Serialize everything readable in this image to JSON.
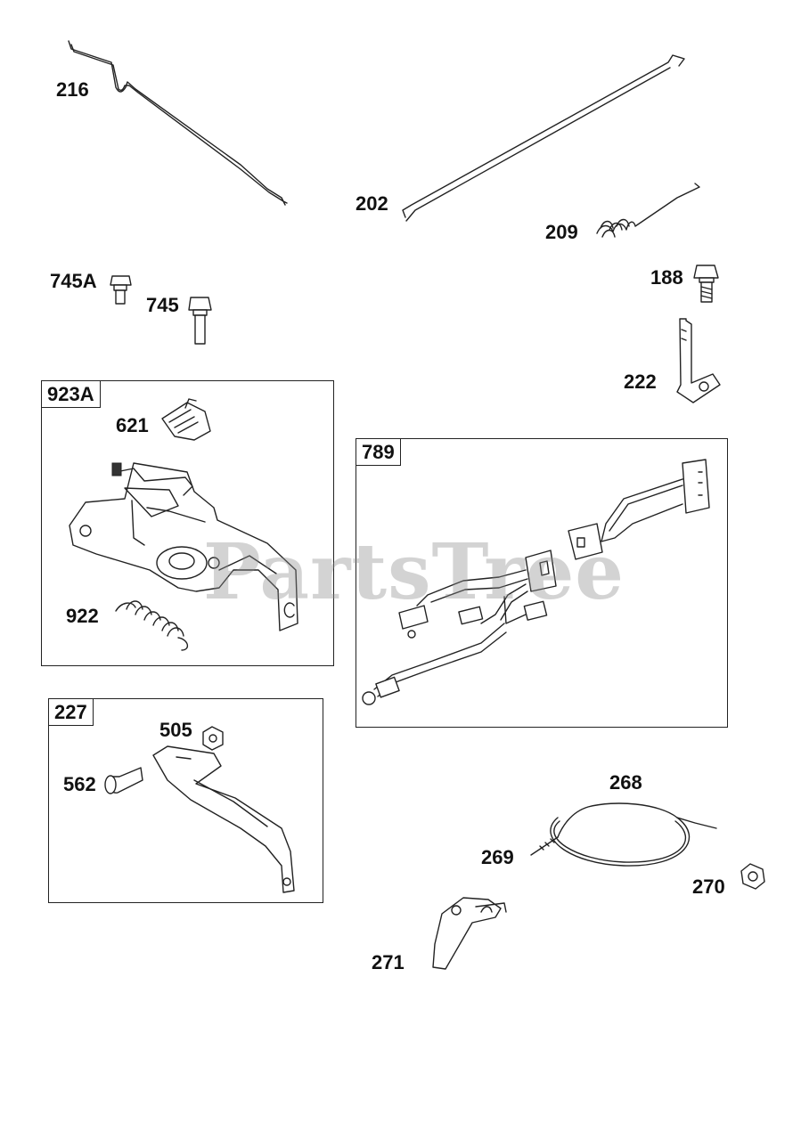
{
  "watermark": "PartsTree",
  "labels": {
    "p216": "216",
    "p202": "202",
    "p209": "209",
    "p745A": "745A",
    "p745": "745",
    "p188": "188",
    "p222": "222",
    "p621": "621",
    "p922": "922",
    "p505": "505",
    "p562": "562",
    "p268": "268",
    "p269": "269",
    "p270": "270",
    "p271": "271"
  },
  "groups": {
    "g923A": "923A",
    "g789": "789",
    "g227": "227"
  }
}
